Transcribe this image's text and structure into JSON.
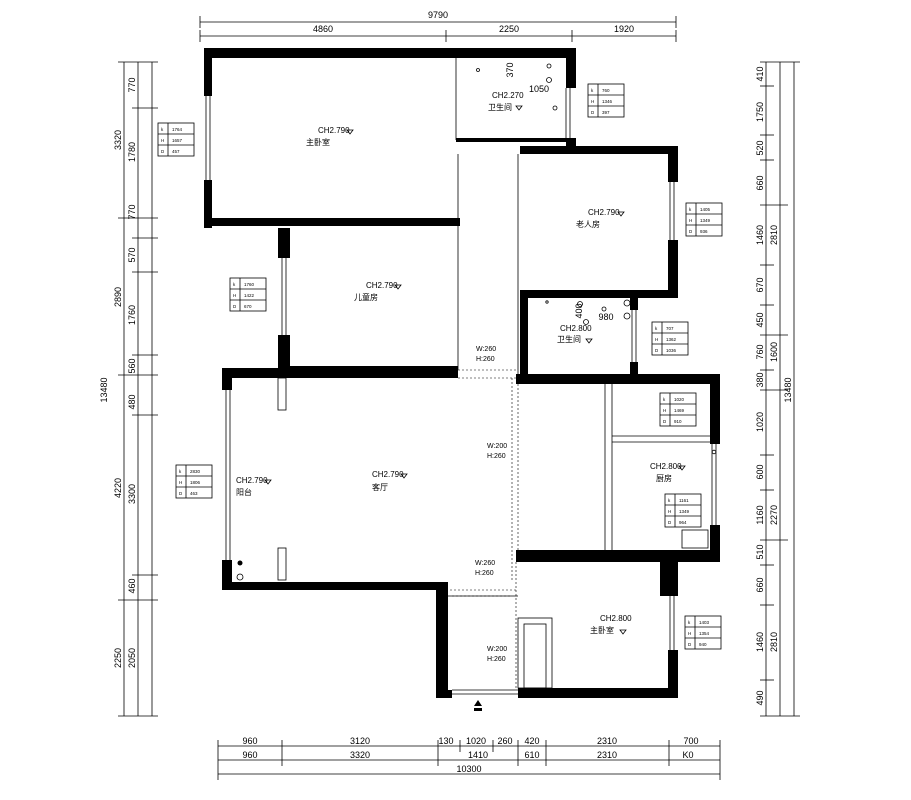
{
  "dimensions": {
    "top_outer": [
      "9790"
    ],
    "top_inner": [
      "4860",
      "2250",
      "1920"
    ],
    "bottom_row1": [
      "960",
      "3120",
      "130",
      "1020",
      "260",
      "420",
      "2310",
      "700"
    ],
    "bottom_row2": [
      "960",
      "3320",
      "1410",
      "610",
      "2310",
      "K0"
    ],
    "bottom_total": [
      "10300"
    ],
    "left_outer": [
      "3320",
      "2890",
      "13480",
      "4220",
      "2250"
    ],
    "left_inner": [
      "770",
      "1780",
      "770",
      "570",
      "1760",
      "560",
      "480",
      "3300",
      "460",
      "2050"
    ],
    "right_inner": [
      "410",
      "1750",
      "520",
      "660",
      "1460",
      "670",
      "450",
      "760",
      "380",
      "1020",
      "600",
      "1160",
      "510",
      "660",
      "1460",
      "490"
    ],
    "right_mid": [
      "2810",
      "1600",
      "2270",
      "2810"
    ],
    "right_outer": [
      "13480"
    ]
  },
  "rooms": [
    {
      "name": "主卧室",
      "ceiling": "CH2.790"
    },
    {
      "name": "卫生间",
      "ceiling": "CH2.270"
    },
    {
      "name": "老人房",
      "ceiling": "CH2.790"
    },
    {
      "name": "儿童房",
      "ceiling": "CH2.790"
    },
    {
      "name": "卫生间",
      "ceiling": "CH2.800"
    },
    {
      "name": "客厅",
      "ceiling": "CH2.790"
    },
    {
      "name": "阳台",
      "ceiling": "CH2.790"
    },
    {
      "name": "厨房",
      "ceiling": "CH2.800"
    },
    {
      "name": "主卧室",
      "ceiling": "CH2.800"
    }
  ],
  "openings": [
    {
      "w": "W:260",
      "h": "H:260"
    },
    {
      "w": "W:200",
      "h": "H:260"
    },
    {
      "w": "W:260",
      "h": "H:260"
    },
    {
      "w": "W:200",
      "h": "H:260"
    }
  ],
  "bath_marks": {
    "top_1": "370",
    "top_2": "1050",
    "mid_1": "400",
    "mid_2": "980"
  },
  "window_tables": [
    {
      "k": "k",
      "h": "H",
      "d": "D",
      "kv": "1764",
      "hv": "1657",
      "dv": "457"
    },
    {
      "k": "k",
      "h": "H",
      "d": "D",
      "kv": "760",
      "hv": "1346",
      "dv": "397"
    },
    {
      "k": "k",
      "h": "H",
      "d": "D",
      "kv": "1405",
      "hv": "1349",
      "dv": "936"
    },
    {
      "k": "k",
      "h": "H",
      "d": "D",
      "kv": "1760",
      "hv": "1422",
      "dv": "670"
    },
    {
      "k": "k",
      "h": "H",
      "d": "D",
      "kv": "707",
      "hv": "1362",
      "dv": "1036"
    },
    {
      "k": "k",
      "h": "H",
      "d": "D",
      "kv": "2830",
      "hv": "1806",
      "dv": "463"
    },
    {
      "k": "k",
      "h": "H",
      "d": "D",
      "kv": "1020",
      "hv": "1469",
      "dv": "910"
    },
    {
      "k": "k",
      "h": "H",
      "d": "D",
      "kv": "1161",
      "hv": "1349",
      "dv": "964"
    },
    {
      "k": "k",
      "h": "H",
      "d": "D",
      "kv": "1403",
      "hv": "1354",
      "dv": "940"
    }
  ]
}
